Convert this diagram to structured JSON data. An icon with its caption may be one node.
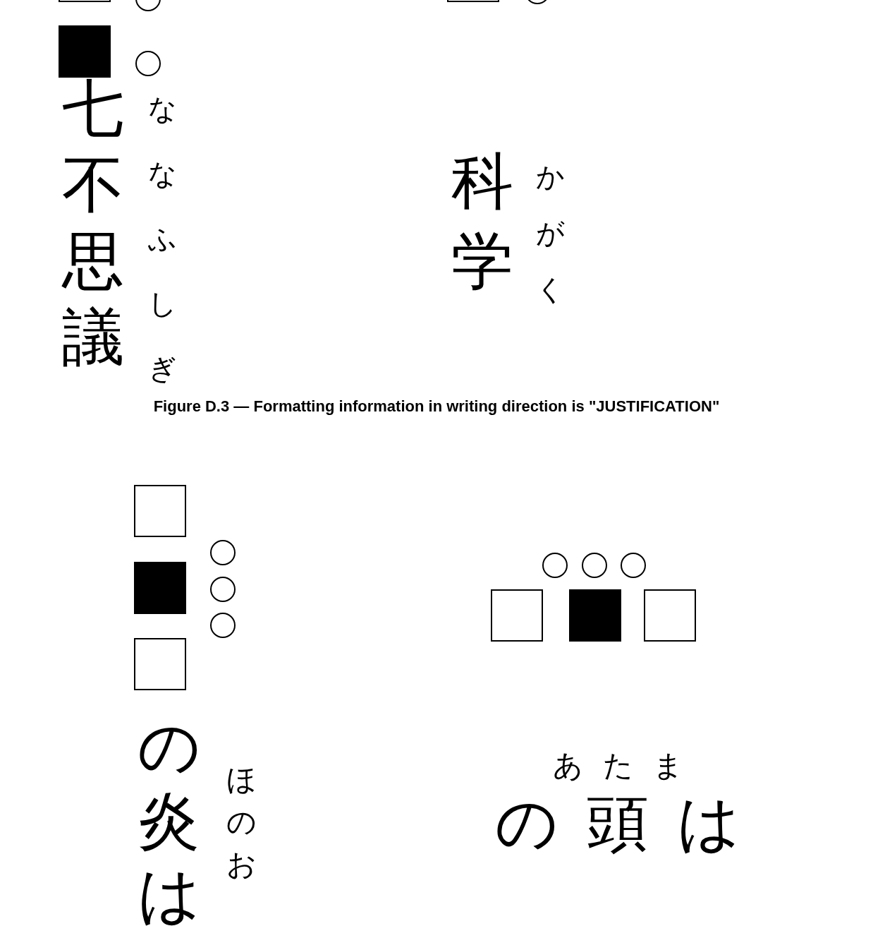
{
  "diagram": {
    "caption": "Figure D.3 — Formatting information in writing direction is \"JUSTIFICATION\"",
    "labels": [
      "七不思議",
      "ななふしぎ",
      "科学",
      "かがく",
      "の炎は",
      "ほのお",
      "あたま",
      "の頭は"
    ]
  }
}
